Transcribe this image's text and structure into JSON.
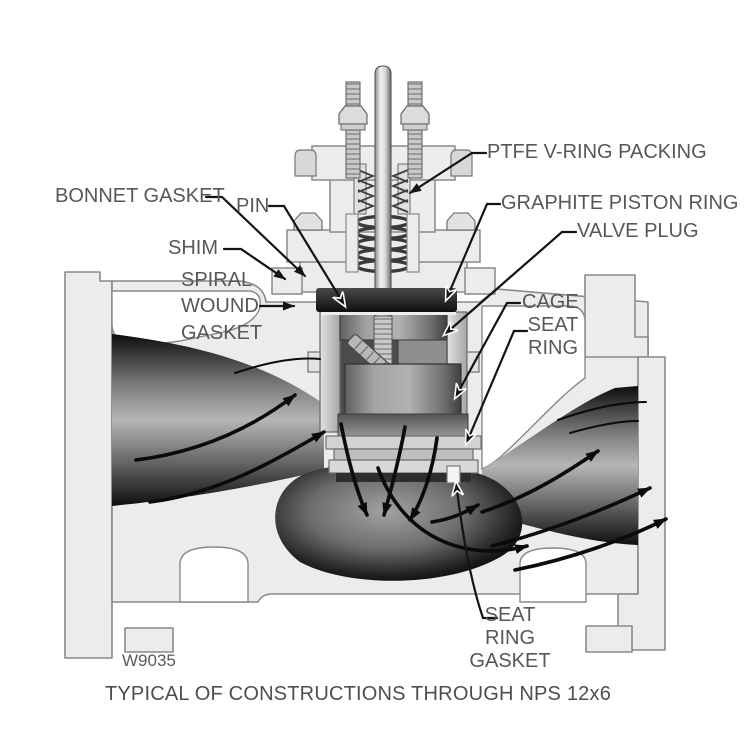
{
  "figure": {
    "code": "W9035",
    "caption": "TYPICAL OF CONSTRUCTIONS THROUGH NPS 12x6"
  },
  "labels": {
    "ptfe_v_ring_packing": "PTFE V-RING PACKING",
    "bonnet_gasket": "BONNET GASKET",
    "pin": "PIN",
    "graphite_piston_ring": "GRAPHITE PISTON RING",
    "valve_plug": "VALVE PLUG",
    "shim": "SHIM",
    "spiral_wound_gasket": "SPIRAL WOUND GASKET",
    "cage": "CAGE",
    "seat_ring": "SEAT RING",
    "seat_ring_gasket": "SEAT RING GASKET"
  },
  "colors": {
    "label_text": "#56575a",
    "body_fill": "#ececec",
    "body_outline": "#8a8a8a",
    "flow_dark": "#0d0d0d",
    "leader_line": "#141414",
    "background": "#ffffff"
  }
}
